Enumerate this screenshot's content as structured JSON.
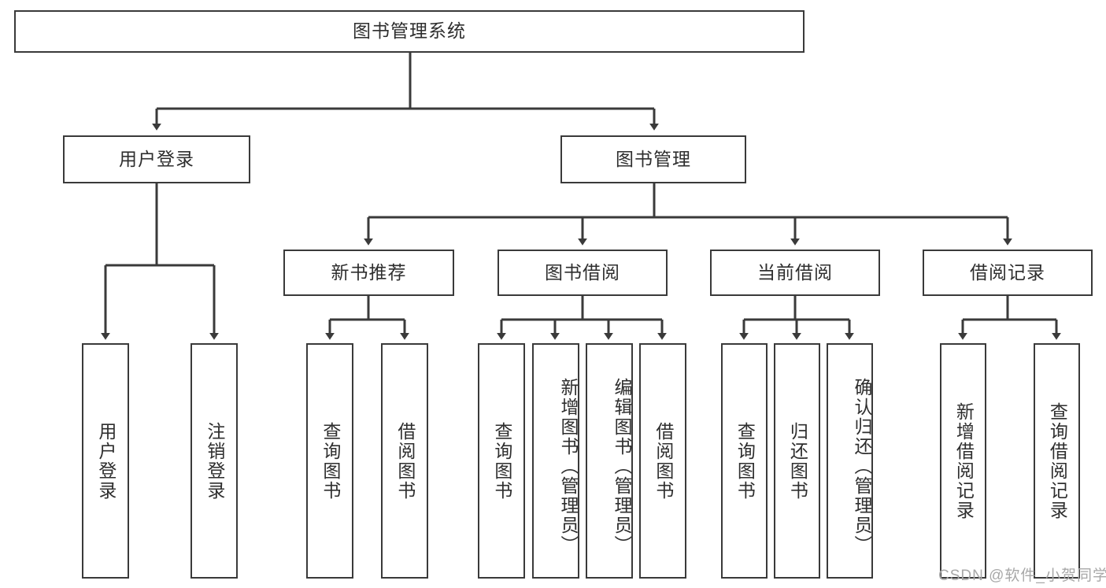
{
  "diagram": {
    "title": "图书管理系统",
    "watermark": "CSDN @软件_小贺同学",
    "colors": {
      "box_border": "#3a3a3a",
      "line": "#3a3a3a",
      "text": "#2e2e2e",
      "background": "#ffffff",
      "watermark": "#a8a8a8"
    },
    "root": {
      "label": "图书管理系统"
    },
    "level2": [
      {
        "label": "用户登录"
      },
      {
        "label": "图书管理"
      }
    ],
    "level3": [
      {
        "label": "新书推荐"
      },
      {
        "label": "图书借阅"
      },
      {
        "label": "当前借阅"
      },
      {
        "label": "借阅记录"
      }
    ],
    "leaves": {
      "user_login": [
        {
          "label": "用户登录"
        },
        {
          "label": "注销登录"
        }
      ],
      "new_book_recommend": [
        {
          "label": "查询图书"
        },
        {
          "label": "借阅图书"
        }
      ],
      "book_borrow": [
        {
          "label": "查询图书"
        },
        {
          "label": "新增图书（管理员）"
        },
        {
          "label": "编辑图书（管理员）"
        },
        {
          "label": "借阅图书"
        }
      ],
      "current_borrow": [
        {
          "label": "查询图书"
        },
        {
          "label": "归还图书"
        },
        {
          "label": "确认归还（管理员）"
        }
      ],
      "borrow_record": [
        {
          "label": "新增借阅记录"
        },
        {
          "label": "查询借阅记录"
        }
      ]
    }
  }
}
